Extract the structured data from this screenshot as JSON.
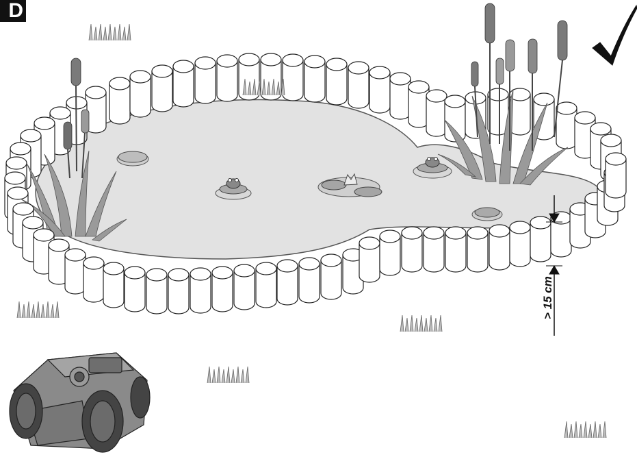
{
  "panel_label": "D",
  "measurement_label": "> 15 cm",
  "status": "correct",
  "icons": [
    "checkmark-icon",
    "robot-mower-icon",
    "grass-tuft-icon",
    "cattail-plant-icon",
    "frog-icon",
    "lily-pad-icon",
    "water-lily-flower-icon",
    "dimension-arrow-icon"
  ],
  "colors": {
    "water": "#e2e2e2",
    "pond_outline": "#555555",
    "edge_fill": "#ffffff",
    "edge_stroke": "#222222",
    "plant": "#9a9a9a",
    "cattail": "#7a7a7a",
    "mower_body": "#8a8a8a",
    "tire": "#444444"
  }
}
